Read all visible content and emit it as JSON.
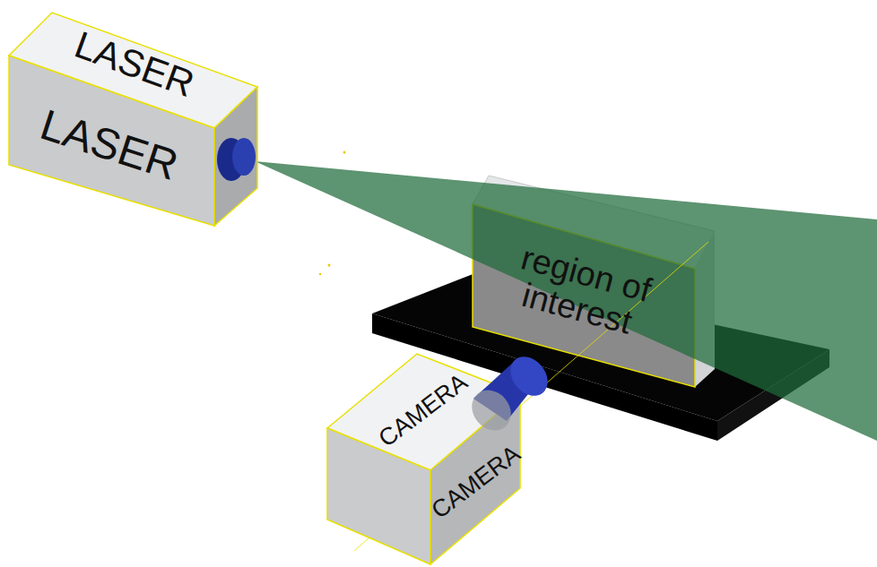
{
  "diagram": {
    "nodes": [
      {
        "text": [
          "LASER",
          "LASER"
        ]
      },
      {
        "text": [
          "region of interest"
        ]
      },
      {
        "text": [
          "CAMERA",
          "CAMERA"
        ]
      }
    ]
  }
}
